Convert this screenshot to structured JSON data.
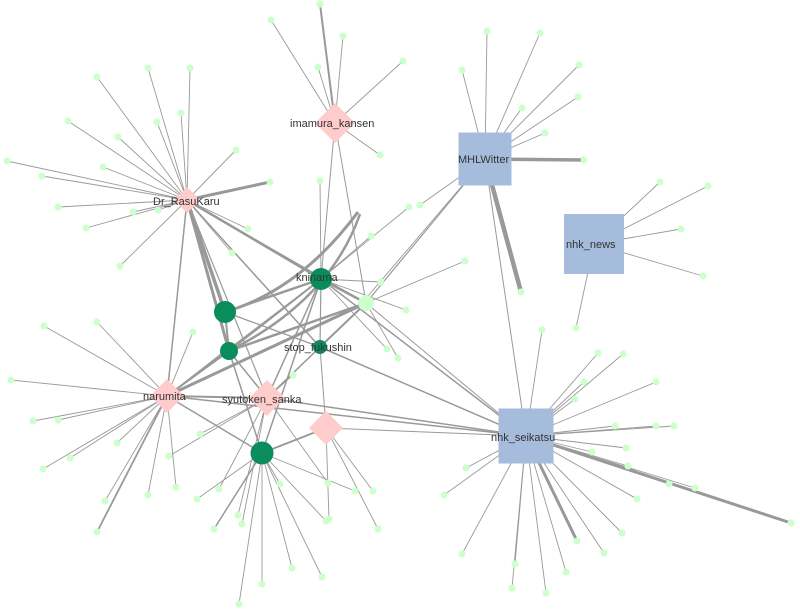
{
  "colors": {
    "edge": "#999999",
    "leaf": "#ccffcc",
    "hub_circle": "#0b8c5c",
    "hub_diamond": "#ffcccc",
    "hub_square": "#a6bcdc",
    "label": "#333333"
  },
  "network": {
    "labels": {
      "dr_rasukaru": "Dr_RasuKaru",
      "imamura_kansen": "imamura_kansen",
      "mhlwitter": "MHLWitter",
      "nhk_news": "nhk_news",
      "kninama": "kninama",
      "stop_fukushin": "stop_fukushin",
      "narumita": "narumita",
      "syutoken_sanka": "syutoken_sanka",
      "nhk_seikatsu": "nhk_seikatsu"
    }
  }
}
